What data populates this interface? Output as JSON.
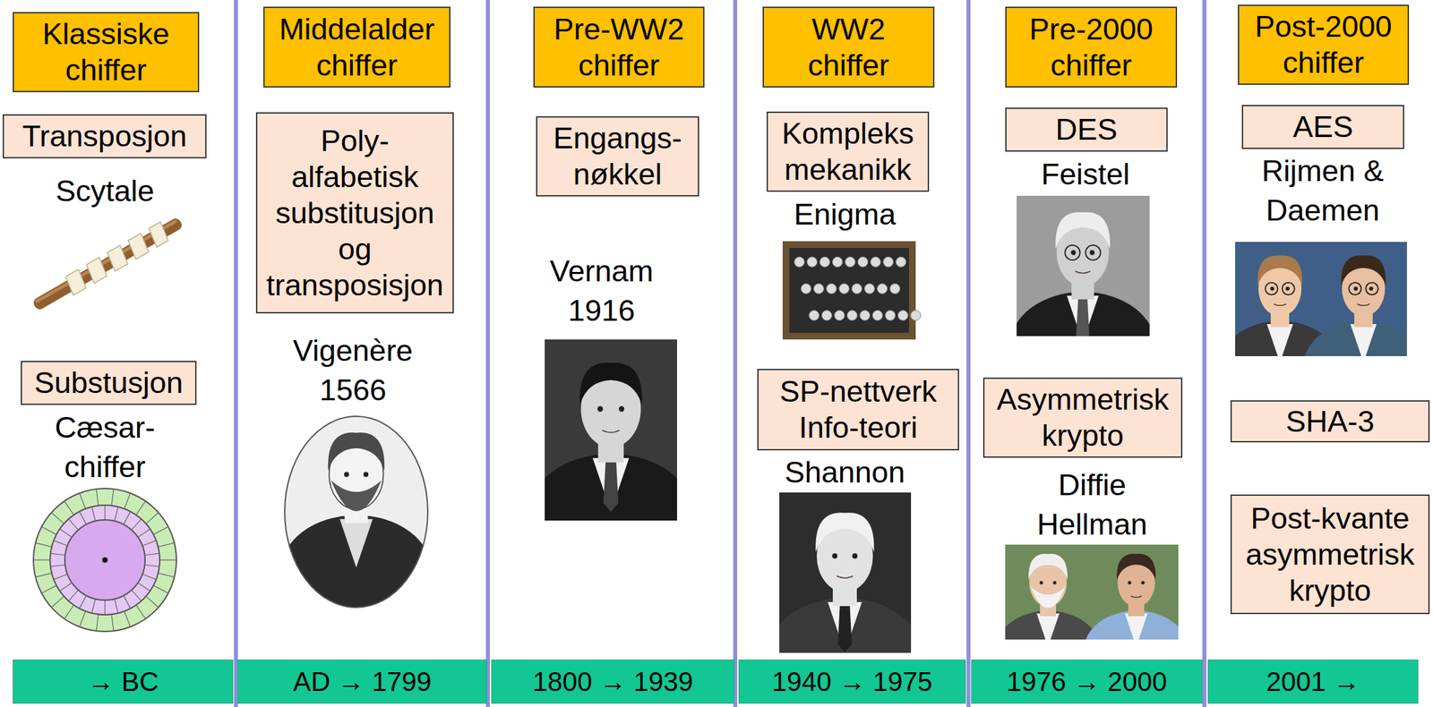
{
  "diagram": {
    "nodes": [
      {
        "text": [
          "Klassiske chiffer"
        ]
      },
      {
        "text": [
          "Transposjon"
        ]
      },
      {
        "text": [
          "Substusjon"
        ]
      },
      {
        "text": [
          "→ BC"
        ]
      },
      {
        "text": [
          "Middelalder chiffer"
        ]
      },
      {
        "text": [
          "Poly- alfabetisk substitusjon og transposisjon"
        ]
      },
      {
        "text": [
          "AD → 1799"
        ]
      },
      {
        "text": [
          "Pre-WW2 chiffer"
        ]
      },
      {
        "text": [
          "Engangs- nøkkel"
        ]
      },
      {
        "text": [
          "1800 → 1939"
        ]
      },
      {
        "text": [
          "WW2 chiffer"
        ]
      },
      {
        "text": [
          "Kompleks mekanikk"
        ]
      },
      {
        "text": [
          "SP-nettverk Info-teori"
        ]
      },
      {
        "text": [
          "1940 → 1975"
        ]
      },
      {
        "text": [
          "Pre-2000 chiffer"
        ]
      },
      {
        "text": [
          "DES"
        ]
      },
      {
        "text": [
          "Asymmetrisk krypto"
        ]
      },
      {
        "text": [
          "1976 → 2000"
        ]
      },
      {
        "text": [
          "Post-2000 chiffer"
        ]
      },
      {
        "text": [
          "AES"
        ]
      },
      {
        "text": [
          "SHA-3"
        ]
      },
      {
        "text": [
          "Post-kvante asymmetrisk krypto"
        ]
      },
      {
        "text": [
          "2001 →"
        ]
      }
    ],
    "labels": [
      "Scytale",
      "Cæsar- chiffer",
      "Vigenère 1566",
      "Vernam 1916",
      "Enigma",
      "Shannon",
      "Feistel",
      "Diffie Hellman",
      "Rijmen & Daemen"
    ]
  }
}
